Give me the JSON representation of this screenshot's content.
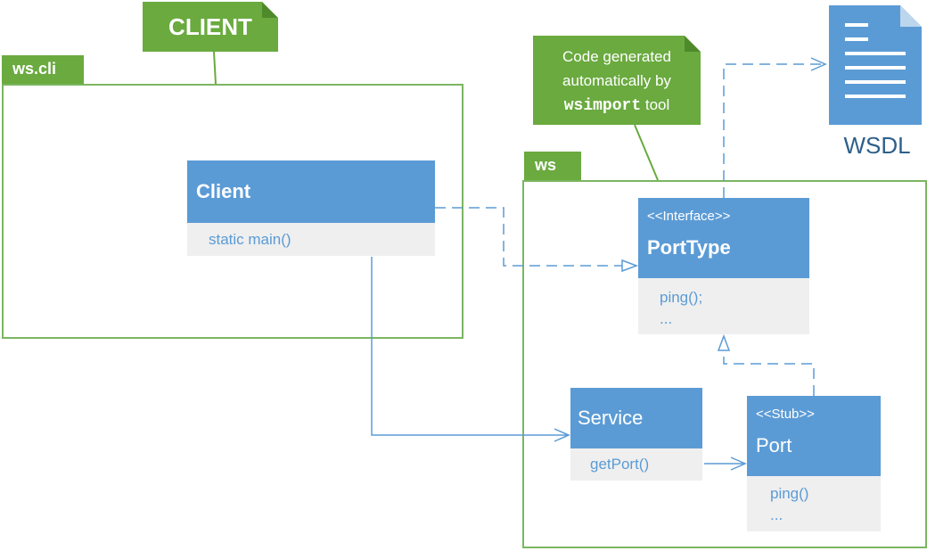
{
  "packages": {
    "client_pkg": {
      "tab": "ws.cli"
    },
    "ws_pkg": {
      "tab": "ws"
    }
  },
  "notes": {
    "client": {
      "text": "CLIENT"
    },
    "generated": {
      "line1": "Code generated",
      "line2": "automatically by",
      "line3_code": "wsimport",
      "line3_rest": " tool"
    }
  },
  "classes": {
    "client": {
      "name": "Client",
      "members": [
        "static main()"
      ]
    },
    "porttype": {
      "stereotype": "<<Interface>>",
      "name": "PortType",
      "members": [
        "ping();",
        "..."
      ]
    },
    "service": {
      "name": "Service",
      "members": [
        "getPort()"
      ]
    },
    "port": {
      "stereotype": "<<Stub>>",
      "name": "Port",
      "members": [
        "ping()",
        "..."
      ]
    }
  },
  "document": {
    "label": "WSDL",
    "icon": "document-icon"
  },
  "colors": {
    "green": "#6aaa3f",
    "blue": "#5b9bd5",
    "member_bg": "#efefef"
  }
}
